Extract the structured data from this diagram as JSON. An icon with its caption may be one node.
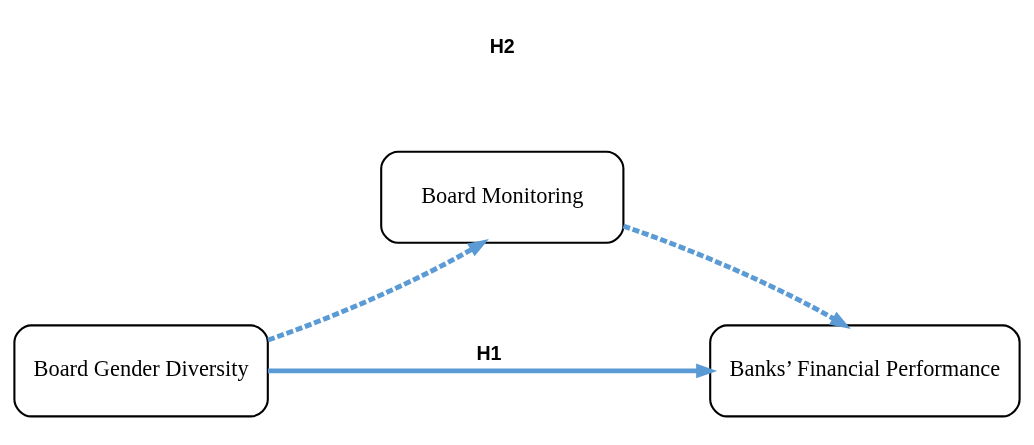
{
  "diagram": {
    "nodes": [
      {
        "text": [
          "Board Gender Diversity"
        ]
      },
      {
        "text": [
          "Board Monitoring"
        ]
      },
      {
        "text": [
          "Banks’ Financial Performance"
        ]
      }
    ],
    "edges": [
      {
        "from": 0,
        "to": 1,
        "arrow": "to",
        "style": "dashed"
      },
      {
        "from": 1,
        "to": 2,
        "arrow": "to",
        "style": "dashed"
      },
      {
        "from": 0,
        "to": 2,
        "arrow": "to",
        "label": "H1"
      }
    ],
    "labels": [
      "H2"
    ]
  }
}
